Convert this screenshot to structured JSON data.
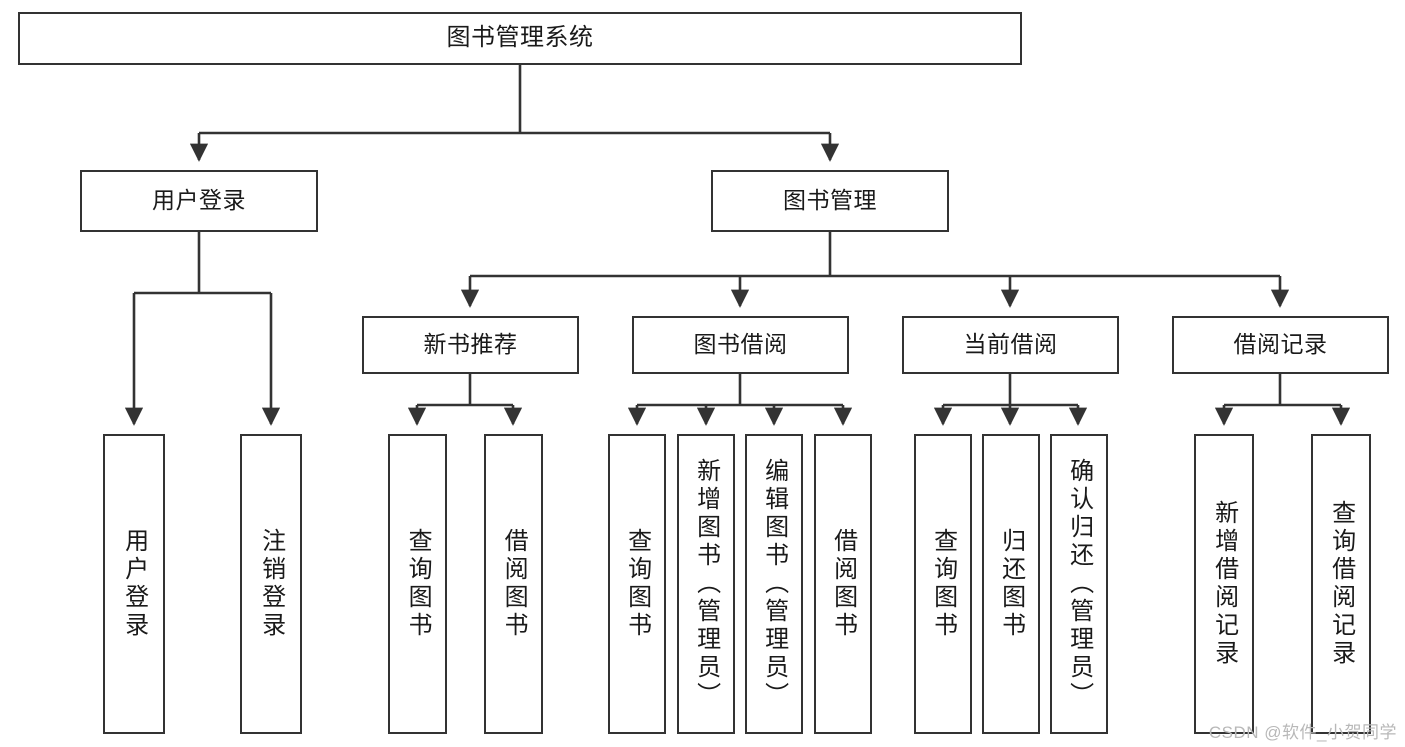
{
  "diagram": {
    "title": "图书管理系统",
    "type": "tree-hierarchy-chart",
    "watermark": "CSDN @软件_小贺同学",
    "colors": {
      "box_border": "#333333",
      "box_fill": "#ffffff",
      "edge": "#333333",
      "text": "#1a1a1a",
      "watermark": "#b8b8b8",
      "background": "#ffffff"
    },
    "levels": {
      "root": {
        "label": "图书管理系统"
      },
      "level2": [
        {
          "id": "user-login",
          "label": "用户登录"
        },
        {
          "id": "book-manage",
          "label": "图书管理"
        }
      ],
      "level3": [
        {
          "id": "new-book-recommend",
          "label": "新书推荐"
        },
        {
          "id": "book-borrow",
          "label": "图书借阅"
        },
        {
          "id": "current-borrow",
          "label": "当前借阅"
        },
        {
          "id": "borrow-record",
          "label": "借阅记录"
        }
      ],
      "leaves": {
        "user_login": [
          {
            "id": "leaf-user-login",
            "label": "用户登录"
          },
          {
            "id": "leaf-logout-login",
            "label": "注销登录"
          }
        ],
        "new_book_recommend": [
          {
            "id": "leaf-query-book-1",
            "label": "查询图书"
          },
          {
            "id": "leaf-borrow-book-1",
            "label": "借阅图书"
          }
        ],
        "book_borrow": [
          {
            "id": "leaf-query-book-2",
            "label": "查询图书"
          },
          {
            "id": "leaf-add-book",
            "label": "新增图书（管理员）"
          },
          {
            "id": "leaf-edit-book",
            "label": "编辑图书（管理员）"
          },
          {
            "id": "leaf-borrow-book-2",
            "label": "借阅图书"
          }
        ],
        "current_borrow": [
          {
            "id": "leaf-query-book-3",
            "label": "查询图书"
          },
          {
            "id": "leaf-return-book",
            "label": "归还图书"
          },
          {
            "id": "leaf-confirm-return",
            "label": "确认归还（管理员）"
          }
        ],
        "borrow_record": [
          {
            "id": "leaf-add-record",
            "label": "新增借阅记录"
          },
          {
            "id": "leaf-query-record",
            "label": "查询借阅记录"
          }
        ]
      }
    }
  }
}
